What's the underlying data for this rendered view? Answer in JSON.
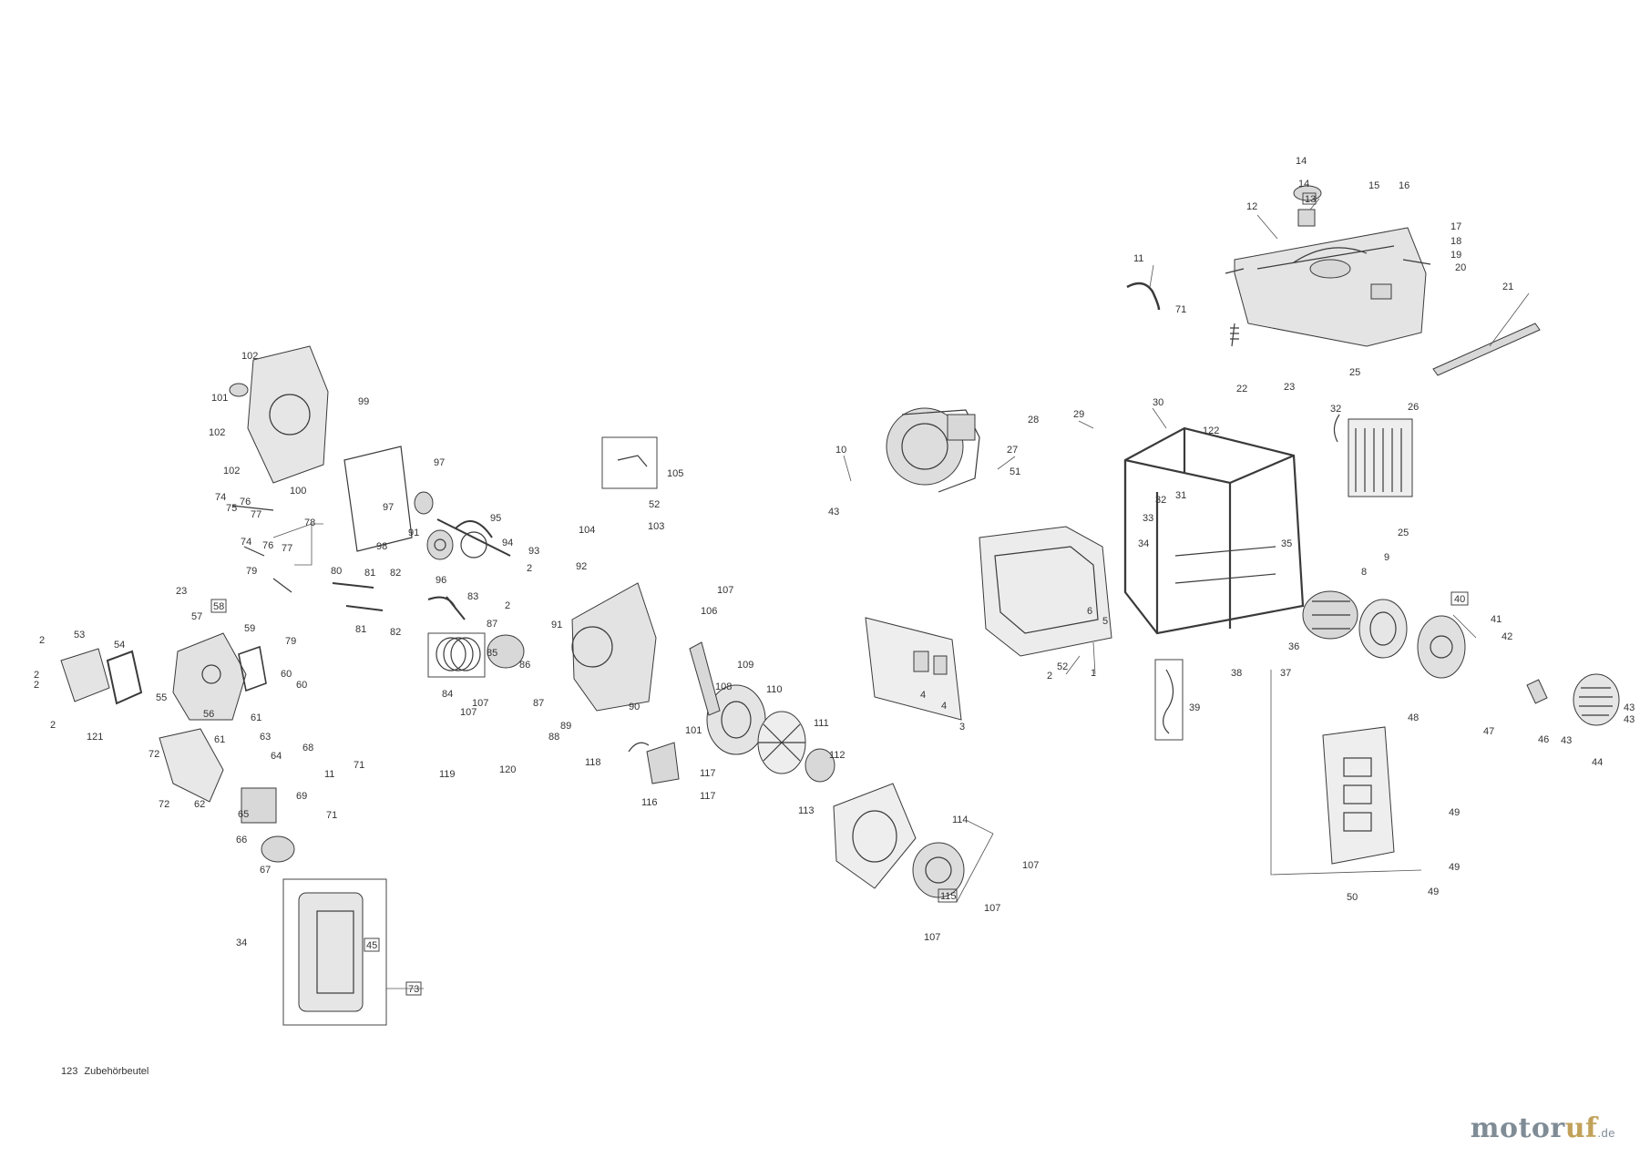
{
  "footnote": {
    "number": "123",
    "text": "Zubehörbeutel"
  },
  "brand": {
    "part1": "motor",
    "part2": "uf",
    "suffix": ".de"
  },
  "part_numbers": {
    "p1": "1",
    "p2": "2",
    "p3": "3",
    "p4": "4",
    "p5": "5",
    "p6": "6",
    "p8": "8",
    "p9": "9",
    "p10": "10",
    "p11": "11",
    "p12": "12",
    "p13": "13",
    "p14": "14",
    "p15": "15",
    "p16": "16",
    "p17": "17",
    "p18": "18",
    "p19": "19",
    "p20": "20",
    "p21": "21",
    "p22": "22",
    "p23": "23",
    "p25": "25",
    "p26": "26",
    "p27": "27",
    "p28": "28",
    "p29": "29",
    "p30": "30",
    "p31": "31",
    "p32": "32",
    "p33": "33",
    "p34": "34",
    "p35": "35",
    "p36": "36",
    "p37": "37",
    "p38": "38",
    "p39": "39",
    "p40": "40",
    "p41": "41",
    "p42": "42",
    "p43": "43",
    "p44": "44",
    "p45": "45",
    "p46": "46",
    "p47": "47",
    "p48": "48",
    "p49": "49",
    "p50": "50",
    "p51": "51",
    "p52": "52",
    "p53": "53",
    "p54": "54",
    "p55": "55",
    "p56": "56",
    "p57": "57",
    "p58": "58",
    "p59": "59",
    "p60": "60",
    "p61": "61",
    "p62": "62",
    "p63": "63",
    "p64": "64",
    "p65": "65",
    "p66": "66",
    "p67": "67",
    "p68": "68",
    "p69": "69",
    "p71": "71",
    "p72": "72",
    "p73": "73",
    "p74": "74",
    "p75": "75",
    "p76": "76",
    "p77": "77",
    "p78": "78",
    "p79": "79",
    "p80": "80",
    "p81": "81",
    "p82": "82",
    "p83": "83",
    "p84": "84",
    "p85": "85",
    "p86": "86",
    "p87": "87",
    "p88": "88",
    "p89": "89",
    "p90": "90",
    "p91": "91",
    "p92": "92",
    "p93": "93",
    "p94": "94",
    "p95": "95",
    "p96": "96",
    "p97": "97",
    "p98": "98",
    "p99": "99",
    "p100": "100",
    "p101": "101",
    "p102": "102",
    "p103": "103",
    "p104": "104",
    "p105": "105",
    "p106": "106",
    "p107": "107",
    "p108": "108",
    "p109": "109",
    "p110": "110",
    "p111": "111",
    "p112": "112",
    "p113": "113",
    "p114": "114",
    "p115": "115",
    "p116": "116",
    "p117": "117",
    "p118": "118",
    "p119": "119",
    "p120": "120",
    "p121": "121",
    "p122": "122"
  }
}
